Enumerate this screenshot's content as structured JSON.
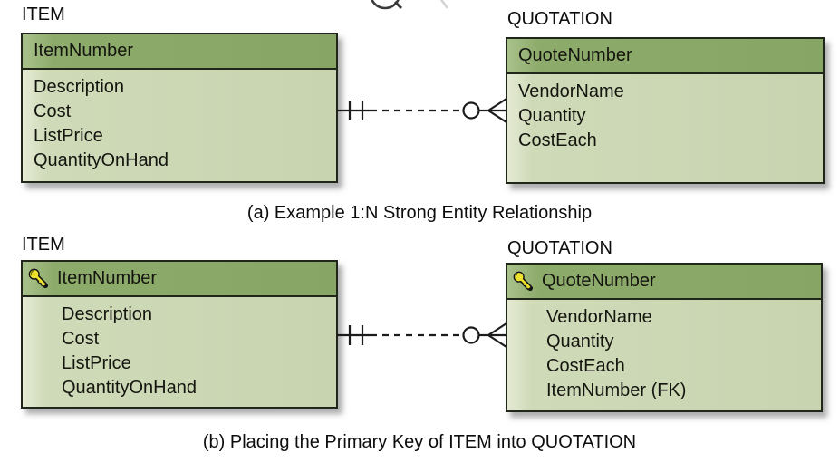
{
  "colors": {
    "header_green": "#8dab6b",
    "body_green": "#cdd8b6",
    "box_border": "#20261a",
    "key_yellow": "#ede32d",
    "background": "#ffffff"
  },
  "icons": {
    "primary_key": "key-icon",
    "top_partial": "magnifier-icon"
  },
  "notation": {
    "item_end": "one-and-only-one (two tick marks)",
    "quotation_end": "zero-or-many (circle and crow's foot)",
    "line_style": "dashed"
  },
  "sections": {
    "a": {
      "caption": "(a) Example 1:N Strong Entity Relationship",
      "item": {
        "title": "ITEM",
        "header": "ItemNumber",
        "attributes": [
          "Description",
          "Cost",
          "ListPrice",
          "QuantityOnHand"
        ]
      },
      "quotation": {
        "title": "QUOTATION",
        "header": "QuoteNumber",
        "attributes": [
          "VendorName",
          "Quantity",
          "CostEach"
        ]
      }
    },
    "b": {
      "caption": "(b) Placing the Primary Key of ITEM into QUOTATION",
      "item": {
        "title": "ITEM",
        "header": "ItemNumber",
        "attributes": [
          "Description",
          "Cost",
          "ListPrice",
          "QuantityOnHand"
        ]
      },
      "quotation": {
        "title": "QUOTATION",
        "header": "QuoteNumber",
        "attributes": [
          "VendorName",
          "Quantity",
          "CostEach",
          "ItemNumber (FK)"
        ]
      }
    }
  }
}
